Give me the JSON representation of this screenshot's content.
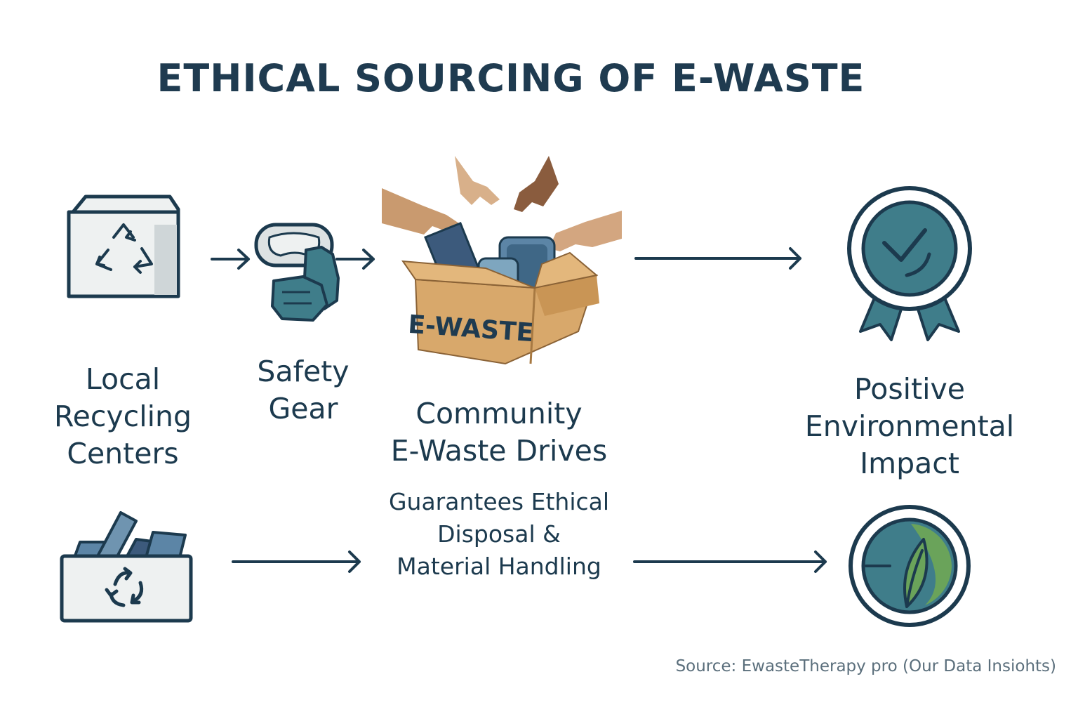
{
  "title": "ETHICAL SOURCING OF E-WASTE",
  "nodes": {
    "local_recycling": {
      "label": "Local\nRecycling\nCenters",
      "icon": "recycling-box-icon"
    },
    "safety_gear": {
      "label": "Safety\nGear",
      "icon": "goggles-gloves-icon"
    },
    "community_drives": {
      "label": "Community\nE-Waste Drives",
      "sublabel": "Guarantees Ethical\nDisposal &\nMaterial Handling",
      "icon": "e-waste-box-hands-icon",
      "box_text": "E-WASTE"
    },
    "positive_impact": {
      "label": "Positive\nEnvironmental\nImpact",
      "icon": "award-check-icon"
    },
    "recycle_bin": {
      "icon": "recycling-bin-icon"
    },
    "leaf_badge": {
      "icon": "leaf-badge-icon"
    }
  },
  "source": "Source:  EwasteTherapy pro (Our Data Insiohts)",
  "colors": {
    "navy": "#1c3a4e",
    "teal": "#3f7d8a",
    "slate_blue": "#5c85a6",
    "cardboard": "#d8a86b",
    "leaf_green": "#6aa35a",
    "light_gray": "#e8ecec"
  }
}
